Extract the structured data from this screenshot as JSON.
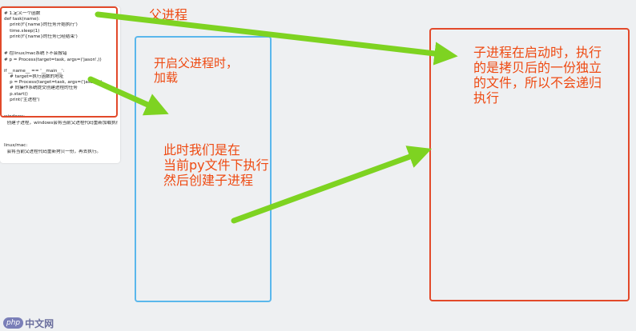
{
  "code": {
    "lines": [
      "# 1.定义一个函数",
      "def task(name):",
      "    print(f'{name}的任务开始执行')",
      "    time.sleep(1)",
      "    print(f'{name}的任务已经结束')",
      "",
      "",
      "# 在linux/mac系统下不会报错",
      "# p = Process(target=task, args=('jason',))",
      "",
      "if __name__ == '__main__':",
      "    # target=执行函数的地址",
      "    p = Process(target=task, args=('jason',))",
      "    # 向操作系统提交创建进程的任务",
      "    p.start()",
      "    print('主进程')",
      "",
      "",
      "windows:",
      "  创建子进程，windows会将当前父进程代码重新加载执行一次。",
      "",
      "",
      "",
      "linux/mac:",
      "  会将当前父进程代码重新拷贝一份，再去执行。"
    ]
  },
  "labels": {
    "parent": "父进程",
    "load": [
      "开启父进程时，",
      "加载"
    ],
    "current": [
      "此时我们是在",
      "当前py文件下执行",
      "然后创建子进程"
    ],
    "child": [
      "子进程在启动时，执行",
      "的是拷贝后的一份独立",
      "的文件，所以不会递归",
      "执行"
    ]
  },
  "colors": {
    "red": "#e2492a",
    "blue": "#5ab7ec",
    "arrow": "#7ed321",
    "text": "#ee4a12"
  },
  "logo": {
    "badge": "php",
    "text": "中文网"
  }
}
